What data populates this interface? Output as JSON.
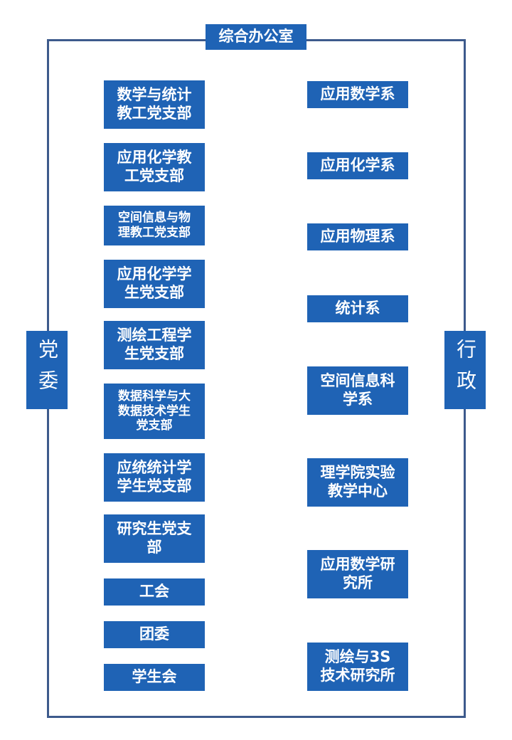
{
  "top": {
    "label": "综合办公室"
  },
  "sides": {
    "left": "党委",
    "right": "行政"
  },
  "left_column": [
    "数学与统计\n教工党支部",
    "应用化学教\n工党支部",
    "空间信息与物\n理教工党支部",
    "应用化学学\n生党支部",
    "测绘工程学\n生党支部",
    "数据科学与大\n数据技术学生\n党支部",
    "应统统计学\n学生党支部",
    "研究生党支\n部",
    "工会",
    "团委",
    "学生会"
  ],
  "right_column": [
    "应用数学系",
    "应用化学系",
    "应用物理系",
    "统计系",
    "空间信息科\n学系",
    "理学院实验\n教学中心",
    "应用数学研\n究所",
    "测绘与3S\n技术研究所"
  ],
  "colors": {
    "box": "#1f63b5",
    "frame": "#3d5a8c",
    "text": "#ffffff"
  }
}
